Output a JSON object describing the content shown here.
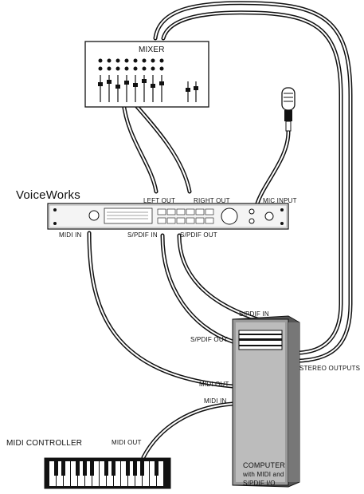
{
  "mixer": {
    "label": "MIXER"
  },
  "microphone": {
    "label": "MIC INPUT"
  },
  "voiceworks": {
    "name": "VoiceWorks",
    "ports": {
      "left_out": "LEFT OUT",
      "right_out": "RIGHT OUT",
      "midi_in": "MIDI IN",
      "spdif_in": "S/PDIF IN",
      "spdif_out": "S/PDIF OUT"
    }
  },
  "computer": {
    "ports": {
      "spdif_in": "S/PDIF IN",
      "spdif_out": "S/PDIF OUT",
      "midi_out": "MIDI OUT",
      "midi_in": "MIDI IN",
      "stereo_outputs": "STEREO OUTPUTS"
    },
    "caption_line1": "COMPUTER",
    "caption_line2": "with MIDI and",
    "caption_line3": "S/PDIF I/O"
  },
  "midi_controller": {
    "label": "MIDI CONTROLLER",
    "port": "MIDI OUT"
  }
}
